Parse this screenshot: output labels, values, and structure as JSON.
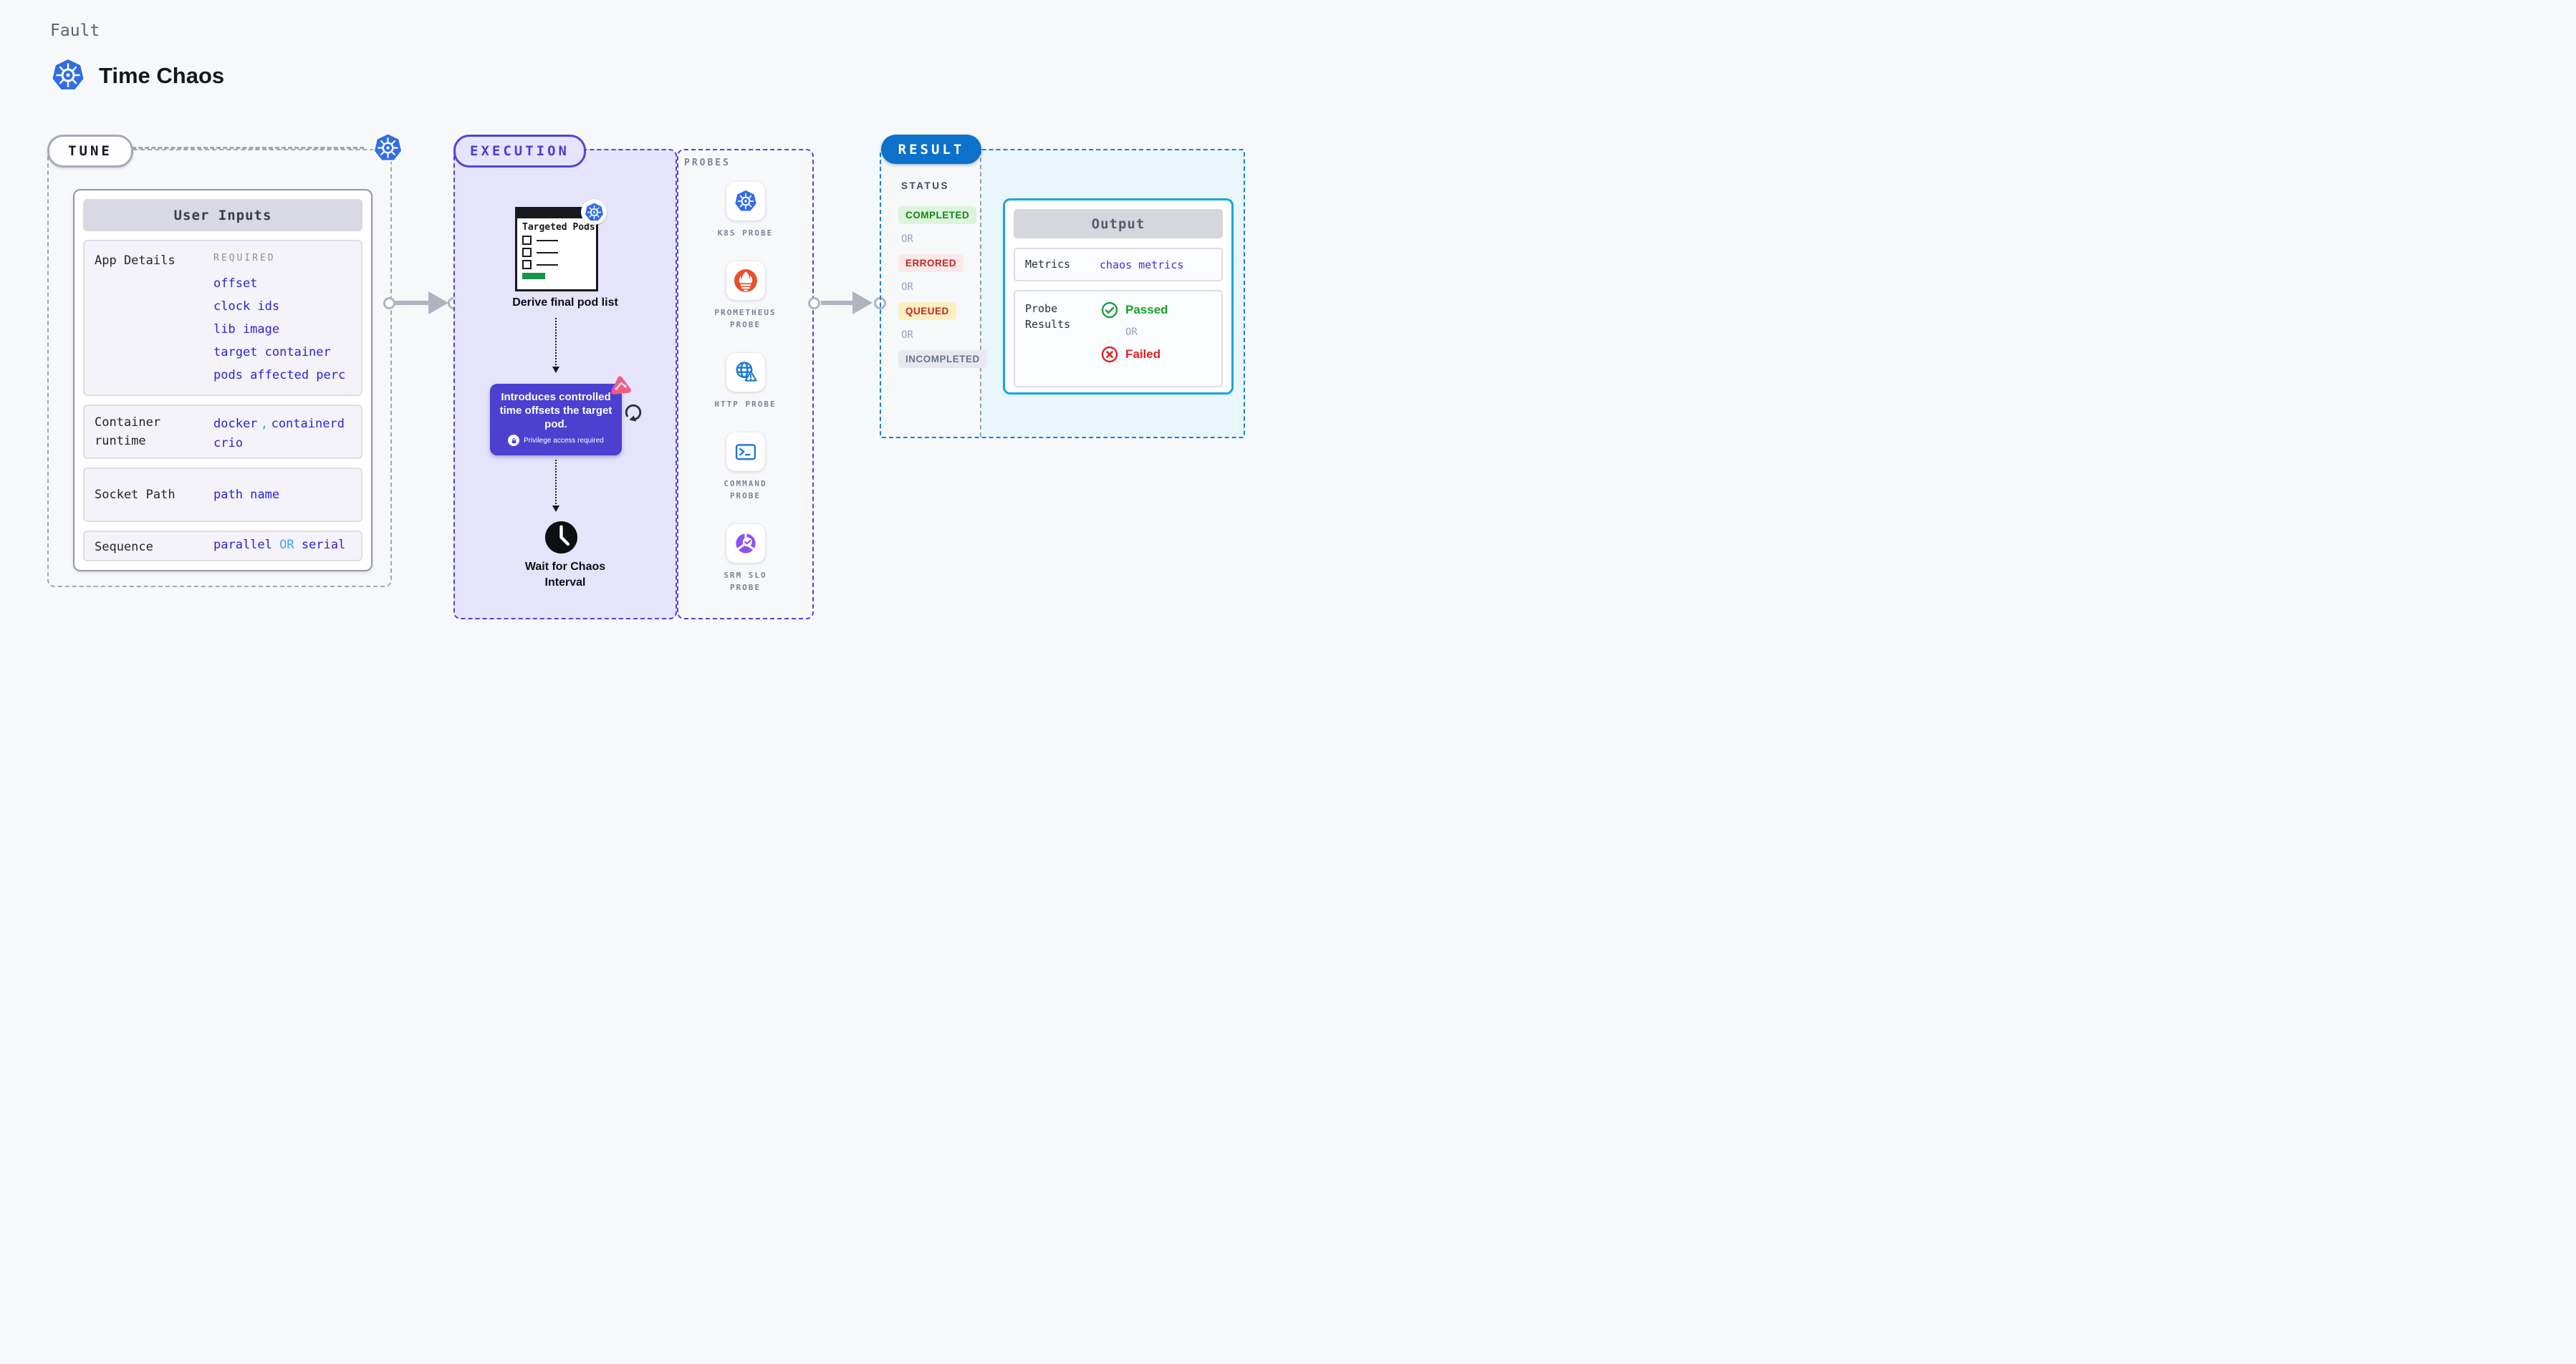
{
  "header": {
    "category": "Fault",
    "title": "Time Chaos"
  },
  "tune": {
    "pill": "TUNE",
    "user_inputs_title": "User Inputs",
    "app_details": {
      "label": "App Details",
      "tag": "REQUIRED",
      "values": [
        "offset",
        "clock ids",
        "lib image",
        "target container",
        "pods affected perc"
      ]
    },
    "container_runtime": {
      "label": "Container runtime",
      "value1": "docker",
      "separator": ",",
      "value2": "containerd",
      "value3": "crio"
    },
    "socket_path": {
      "label": "Socket Path",
      "value": "path name"
    },
    "sequence": {
      "label": "Sequence",
      "value1": "parallel",
      "connector": "OR",
      "value2": "serial"
    }
  },
  "execution": {
    "pill": "EXECUTION",
    "targeted_pods_title": "Targeted Pods",
    "derive_label": "Derive final pod list",
    "tooltip": {
      "text": "Introduces controlled time offsets the target pod.",
      "note": "Privilege access required"
    },
    "wait_label": "Wait for Chaos Interval"
  },
  "probes": {
    "title": "PROBES",
    "items": [
      {
        "label": "K8S PROBE",
        "icon": "kubernetes-icon"
      },
      {
        "label": "PROMETHEUS PROBE",
        "icon": "prometheus-icon"
      },
      {
        "label": "HTTP PROBE",
        "icon": "globe-warning-icon"
      },
      {
        "label": "COMMAND PROBE",
        "icon": "terminal-icon"
      },
      {
        "label": "SRM SLO PROBE",
        "icon": "slo-donut-icon"
      }
    ]
  },
  "result": {
    "pill": "RESULT",
    "status_label": "STATUS",
    "statuses": {
      "s1": "COMPLETED",
      "or1": "OR",
      "s2": "ERRORED",
      "or2": "OR",
      "s3": "QUEUED",
      "or3": "OR",
      "s4": "INCOMPLETED"
    },
    "output": {
      "title": "Output",
      "metrics_label": "Metrics",
      "metrics_value": "chaos metrics",
      "probe_results_label": "Probe Results",
      "passed": "Passed",
      "or": "OR",
      "failed": "Failed"
    }
  },
  "colors": {
    "kubernetes_blue": "#326de6",
    "indigo_accent": "#4b40d0",
    "result_blue": "#0b71ca",
    "output_border_cyan": "#16a7de",
    "success_green": "#17954b",
    "error_red": "#c82323",
    "lavender_bg": "#e6e4fb"
  }
}
